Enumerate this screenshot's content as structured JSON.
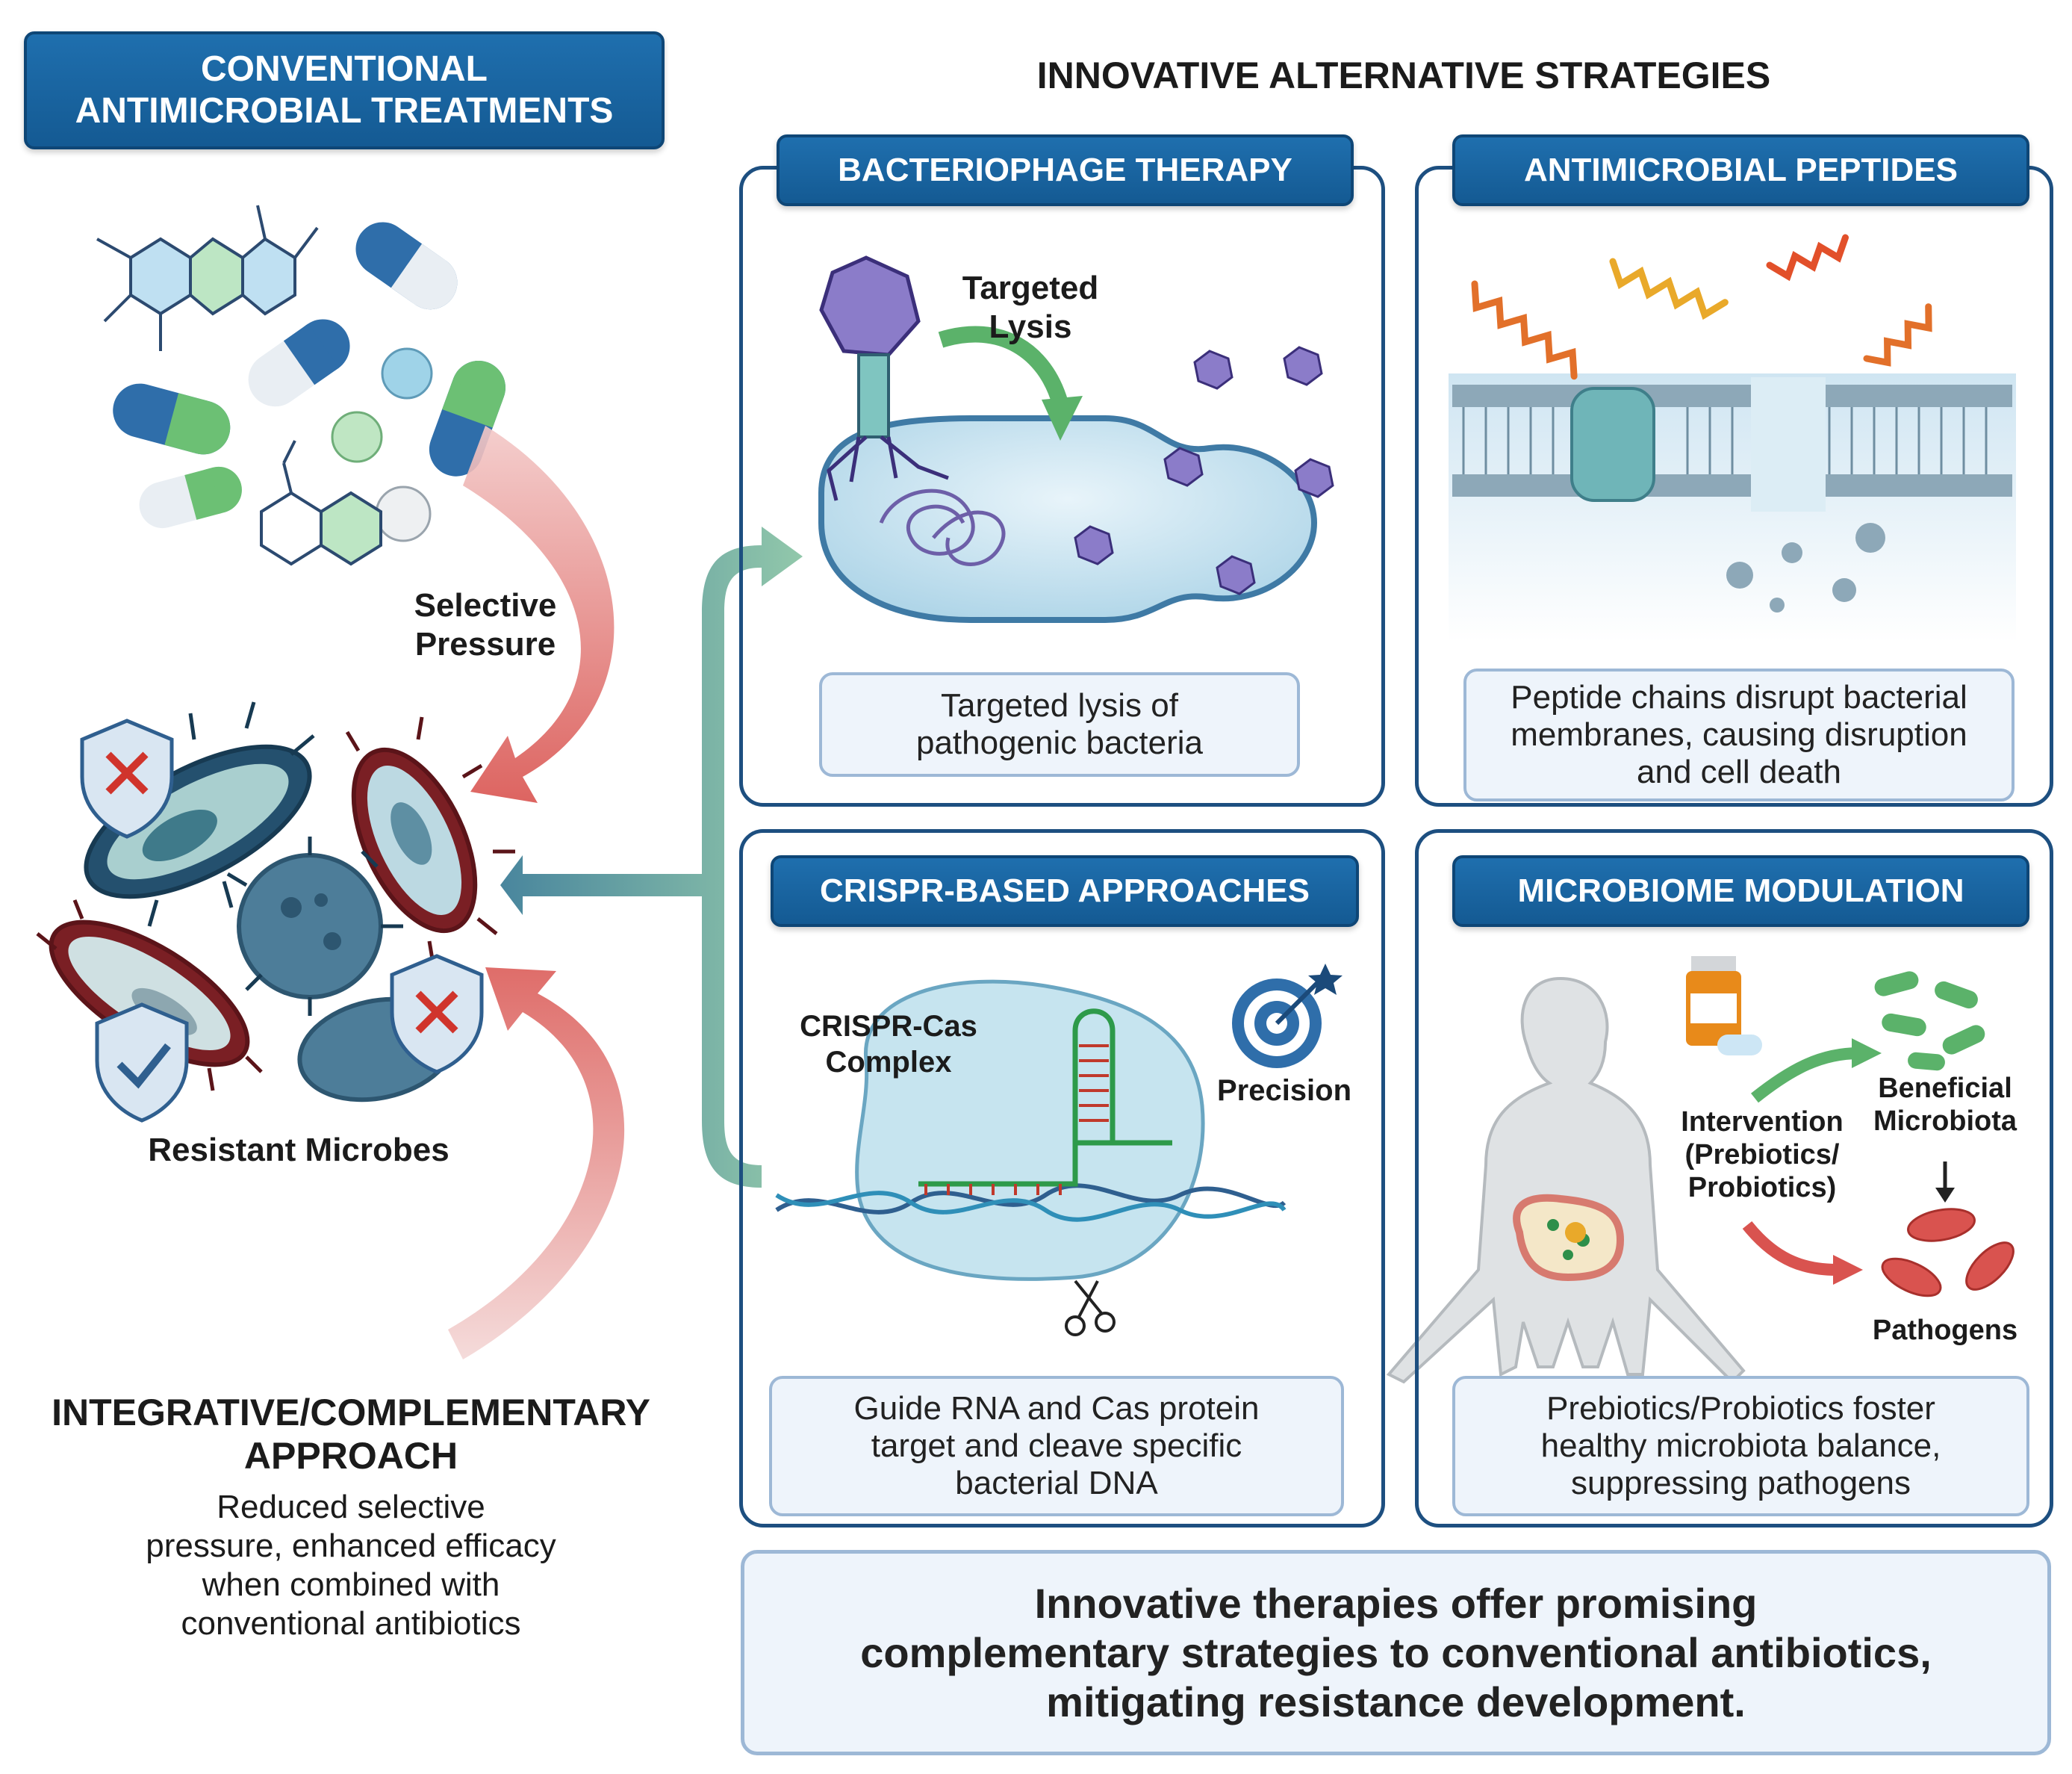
{
  "left": {
    "header": "CONVENTIONAL\nANTIMICROBIAL TREATMENTS",
    "selective_pressure": "Selective\nPressure",
    "resistant_microbes": "Resistant Microbes",
    "integrative_title": "INTEGRATIVE/COMPLEMENTARY\nAPPROACH",
    "integrative_text": "Reduced selective\npressure, enhanced efficacy\nwhen combined with\nconventional antibiotics"
  },
  "right": {
    "title": "INNOVATIVE ALTERNATIVE STRATEGIES",
    "panels": [
      {
        "header": "BACTERIOPHAGE THERAPY",
        "label": "Targeted\nLysis",
        "caption": "Targeted lysis of\npathogenic bacteria"
      },
      {
        "header": "ANTIMICROBIAL PEPTIDES",
        "caption": "Peptide chains disrupt bacterial\nmembranes, causing disruption\nand cell death"
      },
      {
        "header": "CRISPR-BASED APPROACHES",
        "label": "CRISPR-Cas\nComplex",
        "label2": "Precision",
        "caption": "Guide RNA and Cas protein\ntarget and cleave specific\nbacterial DNA"
      },
      {
        "header": "MICROBIOME MODULATION",
        "label": "Intervention\n(Prebiotics/\nProbiotics)",
        "label2": "Beneficial\nMicrobiota",
        "label3": "Pathogens",
        "caption": "Prebiotics/Probiotics foster\nhealthy microbiota balance,\nsuppressing pathogens"
      }
    ]
  },
  "conclusion": "Innovative therapies offer promising\ncomplementary strategies to conventional antibiotics,\nmitigating resistance development.",
  "colors": {
    "navy": "#145a93",
    "green_arrow": "#5bb26a",
    "red_arrow": "#d9534f",
    "teal_arrow": "#4f8fa0"
  }
}
